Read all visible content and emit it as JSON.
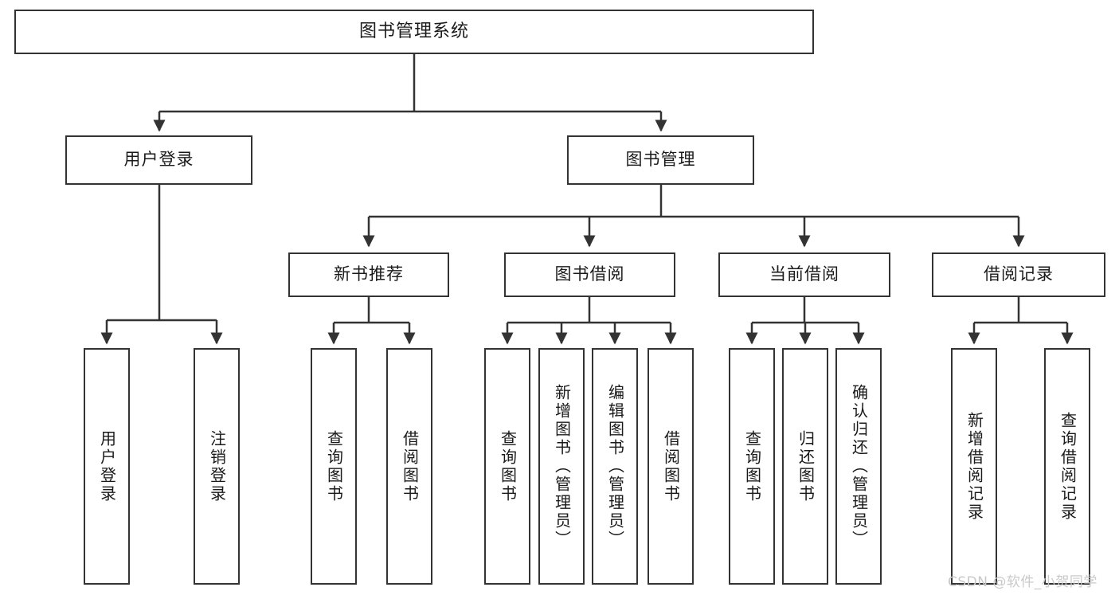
{
  "diagram": {
    "title": "图书管理系统",
    "type": "functional-structure-tree",
    "watermark": "CSDN @软件_小贺同学",
    "levels": {
      "root": {
        "label": "图书管理系统"
      },
      "level2": [
        {
          "label": "用户登录"
        },
        {
          "label": "图书管理"
        }
      ],
      "level3": [
        {
          "label": "新书推荐"
        },
        {
          "label": "图书借阅"
        },
        {
          "label": "当前借阅"
        },
        {
          "label": "借阅记录"
        }
      ],
      "leaves": {
        "user_login": [
          {
            "label": "用户登录"
          },
          {
            "label": "注销登录"
          }
        ],
        "new_book_recommend": [
          {
            "label": "查询图书"
          },
          {
            "label": "借阅图书"
          }
        ],
        "book_borrow": [
          {
            "label": "查询图书"
          },
          {
            "label": "新增图书（管理员）"
          },
          {
            "label": "编辑图书（管理员）"
          },
          {
            "label": "借阅图书"
          }
        ],
        "current_borrow": [
          {
            "label": "查询图书"
          },
          {
            "label": "归还图书"
          },
          {
            "label": "确认归还（管理员）"
          }
        ],
        "borrow_records": [
          {
            "label": "新增借阅记录"
          },
          {
            "label": "查询借阅记录"
          }
        ]
      }
    },
    "colors": {
      "stroke": "#333333",
      "fill": "#ffffff",
      "text": "#1a1a1a",
      "watermark": "#c9c9c9"
    }
  }
}
